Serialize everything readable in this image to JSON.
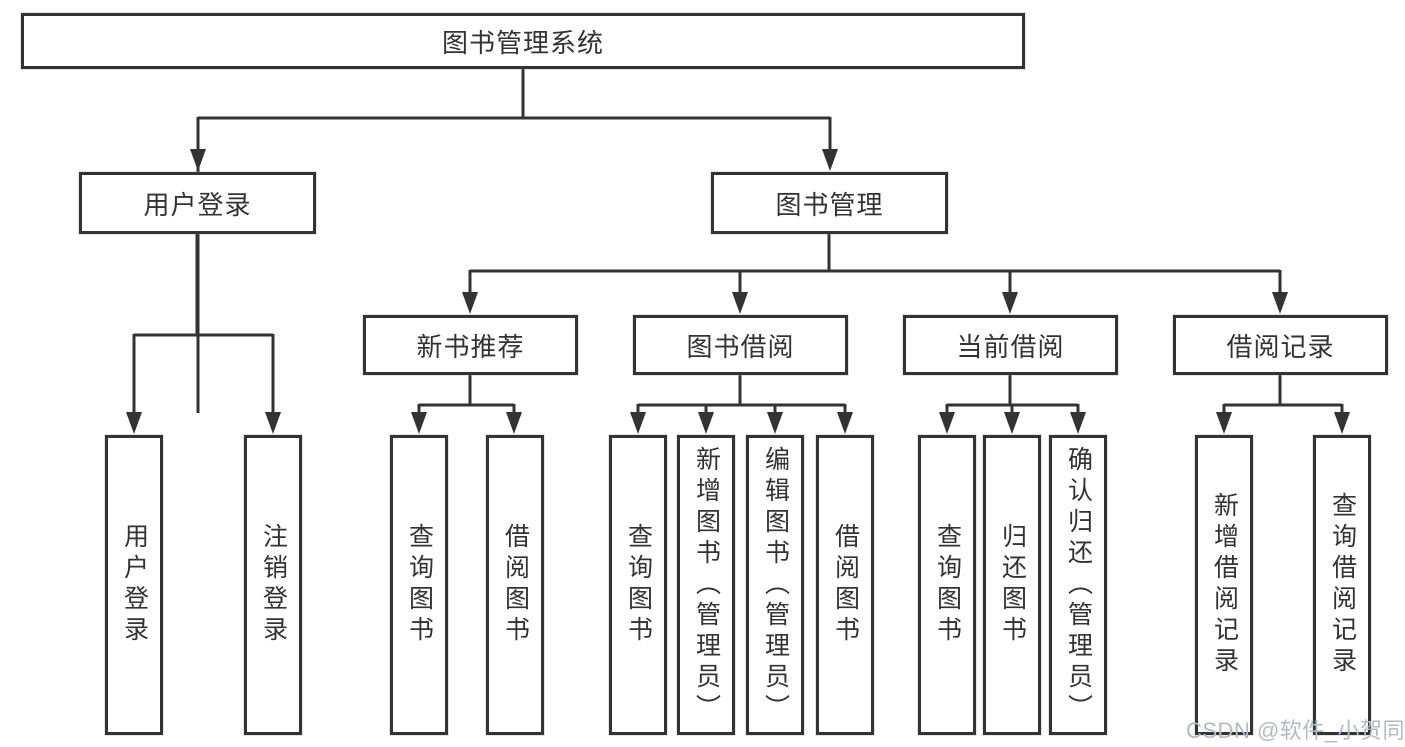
{
  "tree": {
    "root": {
      "label": "图书管理系统"
    },
    "branches": [
      {
        "label": "用户登录",
        "children": [
          "用户登录",
          "注销登录"
        ]
      },
      {
        "label": "图书管理",
        "groups": [
          {
            "label": "新书推荐",
            "children": [
              "查询图书",
              "借阅图书"
            ]
          },
          {
            "label": "图书借阅",
            "children": [
              "查询图书",
              "新增图书（管理员）",
              "编辑图书（管理员）",
              "借阅图书"
            ]
          },
          {
            "label": "当前借阅",
            "children": [
              "查询图书",
              "归还图书",
              "确认归还（管理员）"
            ]
          },
          {
            "label": "借阅记录",
            "children": [
              "新增借阅记录",
              "查询借阅记录"
            ]
          }
        ]
      }
    ]
  },
  "watermark": {
    "text": "CSDN @软件_小贺同学"
  },
  "colors": {
    "line": "#333333",
    "box_border": "#333333",
    "box_fill": "#ffffff",
    "text": "#333333",
    "watermark": "#b5b9c2"
  }
}
